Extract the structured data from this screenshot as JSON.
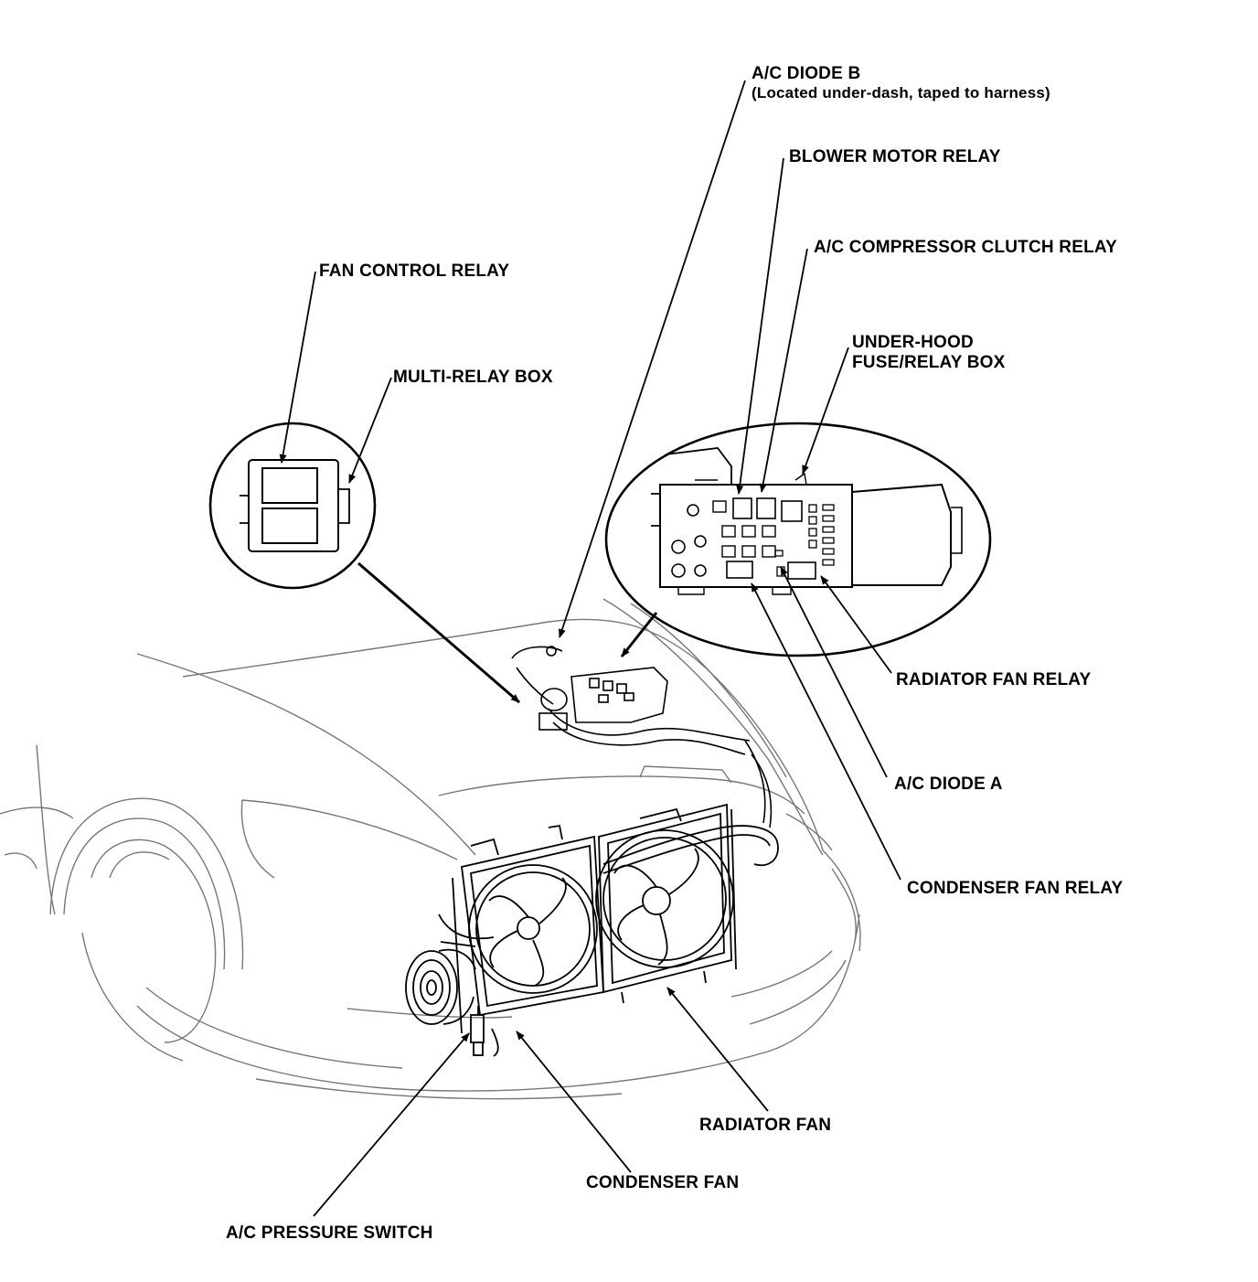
{
  "colors": {
    "ink": "#000000",
    "line_art": "#777777",
    "paper": "#ffffff"
  },
  "labels": {
    "ac_diode_b": "A/C DIODE B",
    "ac_diode_b_note": "(Located under-dash, taped to harness)",
    "blower_motor_relay": "BLOWER MOTOR RELAY",
    "ac_compressor_clutch_relay": "A/C COMPRESSOR CLUTCH RELAY",
    "under_hood_line1": "UNDER-HOOD",
    "under_hood_line2": "FUSE/RELAY BOX",
    "fan_control_relay": "FAN CONTROL RELAY",
    "multi_relay_box": "MULTI-RELAY BOX",
    "radiator_fan_relay": "RADIATOR FAN RELAY",
    "ac_diode_a": "A/C DIODE A",
    "condenser_fan_relay": "CONDENSER FAN RELAY",
    "radiator_fan": "RADIATOR FAN",
    "condenser_fan": "CONDENSER FAN",
    "ac_pressure_switch": "A/C PRESSURE SWITCH"
  }
}
